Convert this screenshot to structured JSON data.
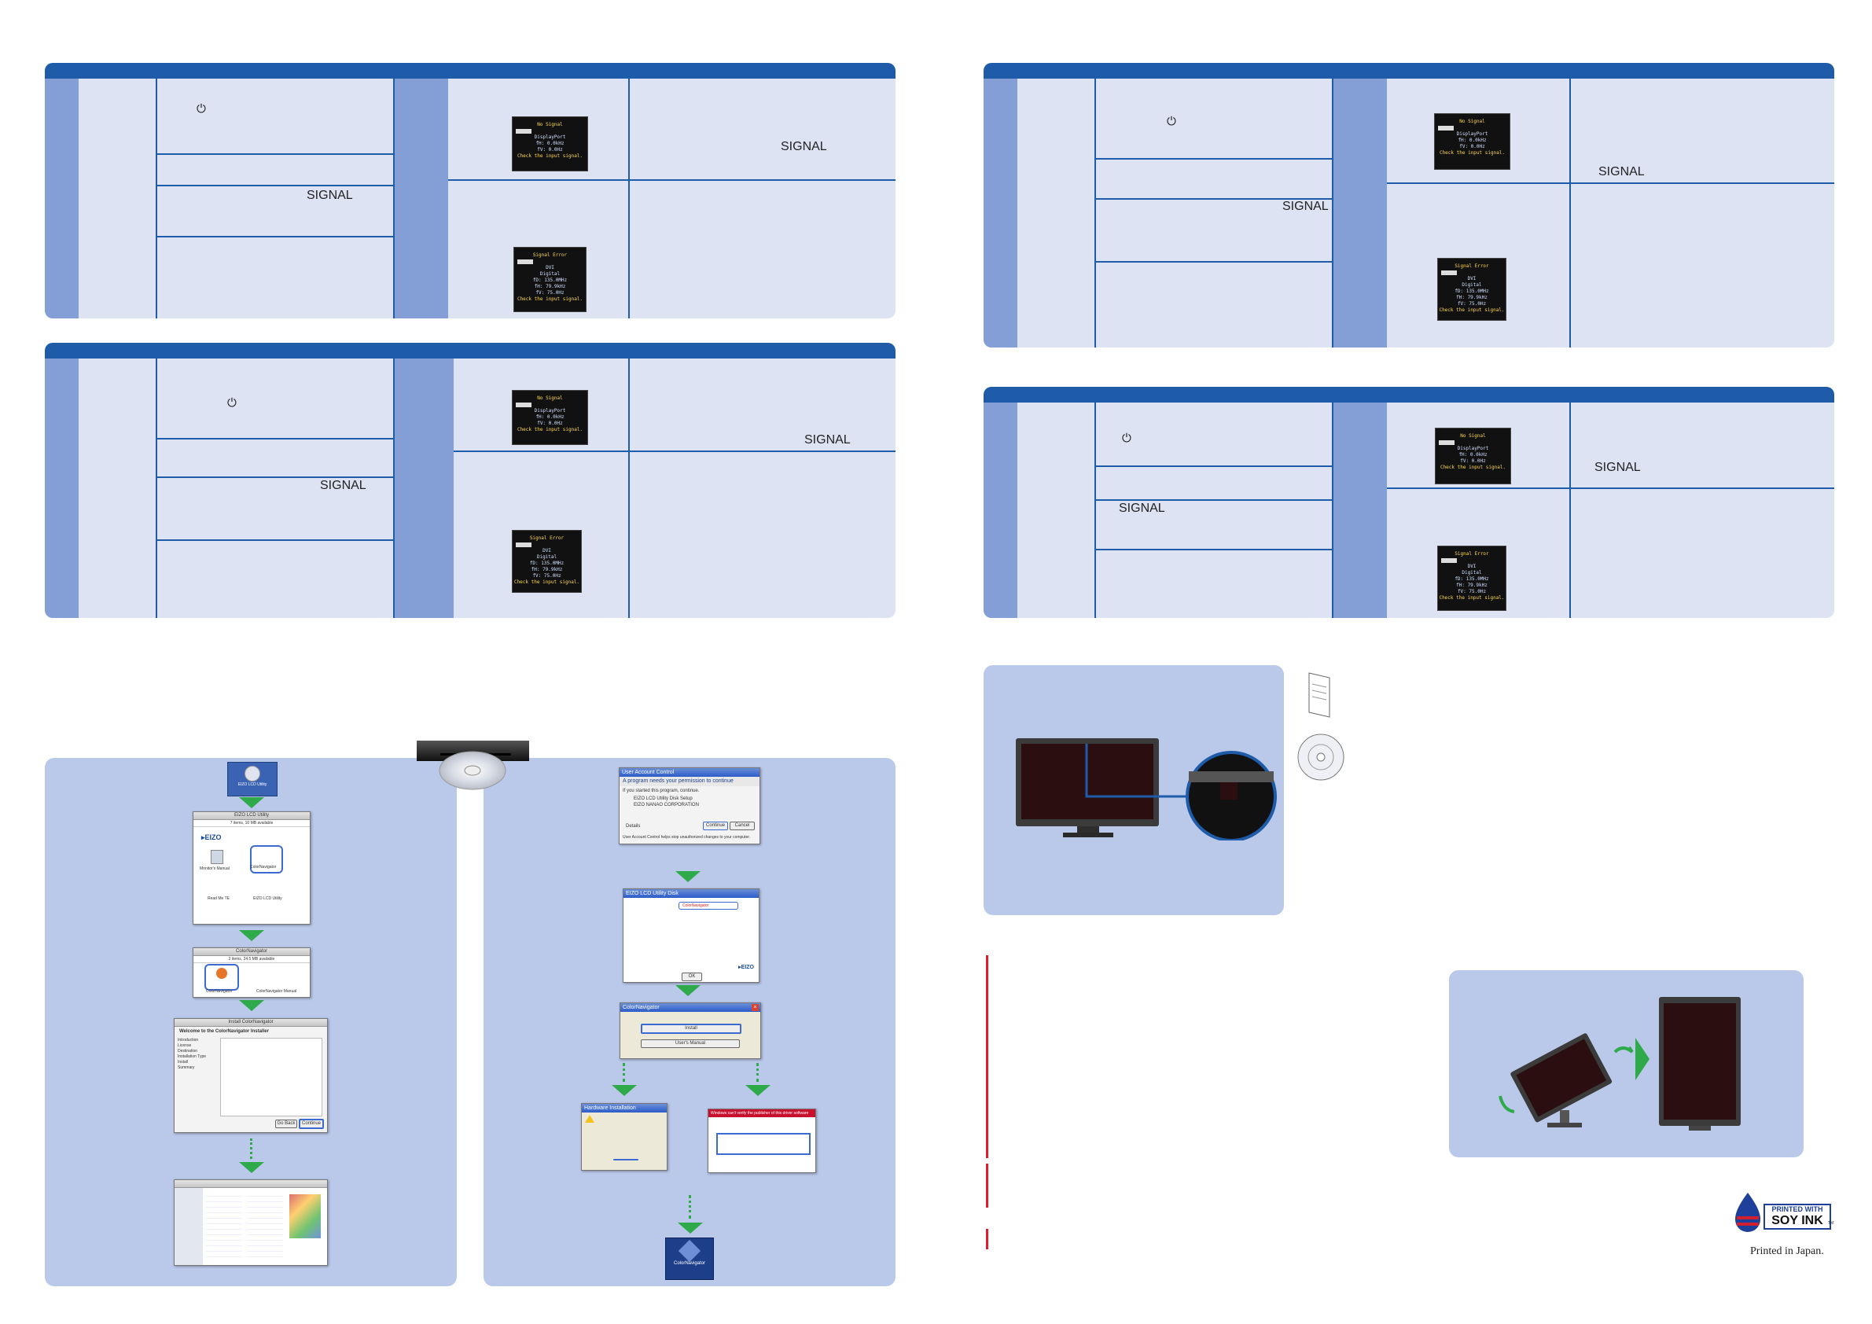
{
  "labels": {
    "signal": "SIGNAL",
    "power_symbol": "⏻"
  },
  "osd_no_signal": {
    "title": "No Signal",
    "input": "DisplayPort",
    "fh": "fH:  0.0kHz",
    "fv": "fV:  0.0Hz",
    "msg": "Check the input signal."
  },
  "osd_signal_error": {
    "title": "Signal Error",
    "input": "DVI",
    "mode": "Digital",
    "fd": "fD: 135.0MHz",
    "fh": "fH:  79.9kHz",
    "fv": "fV:  75.0Hz",
    "msg": "Check the input signal."
  },
  "mac_flow": {
    "disk_icon_label": "EIZO LCD Utility",
    "utility_window_title": "EIZO LCD Utility",
    "utility_window_info": "7 items, 10 MB available",
    "utility_items": [
      "Monitor's Manual",
      "ColorNavigator",
      "Read Me TE",
      "EIZO LCD Utility"
    ],
    "cn_window_title": "ColorNavigator",
    "cn_window_info": "2 items, 24.5 MB available",
    "cn_items": [
      "ColorNavigator",
      "ColorNavigator Manual"
    ],
    "installer_title": "Install ColorNavigator",
    "installer_heading": "Welcome to the ColorNavigator Installer",
    "installer_steps": [
      "Introduction",
      "License",
      "Destination",
      "Installation Type",
      "Install",
      "Summary"
    ],
    "installer_buttons": [
      "Go Back",
      "Continue"
    ]
  },
  "win_flow": {
    "uac_title": "User Account Control",
    "uac_heading": "A program needs your permission to continue",
    "uac_line1": "If you started this program, continue.",
    "uac_app": "EIZO LCD Utility Disk Setup",
    "uac_vendor": "EIZO NANAO CORPORATION",
    "uac_details": "Details",
    "uac_buttons": [
      "Continue",
      "Cancel"
    ],
    "uac_footer": "User Account Control helps stop unauthorized changes to your computer.",
    "menu_title": "EIZO LCD Utility Disk",
    "menu_item": "ColorNavigator",
    "menu_ok": "OK",
    "cn_title": "ColorNavigator",
    "cn_buttons": [
      "Install",
      "User's Manual"
    ],
    "warn1_title": "Hardware Installation",
    "warn2_title": "Windows can't verify the publisher of this driver software",
    "desktop_icon_label": "ColorNavigator"
  },
  "footer": {
    "soy_line1": "PRINTED WITH",
    "soy_line2": "SOY INK",
    "tm": "TM",
    "printed": "Printed in Japan."
  },
  "colors": {
    "header_blue": "#1e5ba8",
    "side_blue": "#849fd6",
    "table_bg": "#dde3f3",
    "panel_bg": "#bac8ea",
    "arrow_green": "#2eaa4b",
    "accent_red": "#e21b2b"
  }
}
